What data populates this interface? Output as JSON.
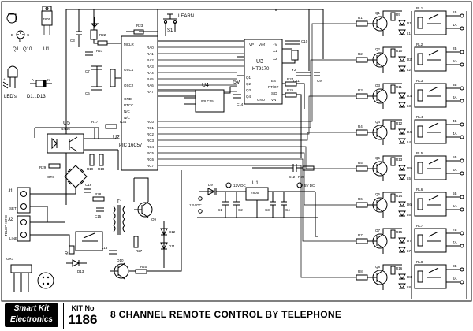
{
  "brand": {
    "line1": "Smart Kit",
    "line2": "Electronics"
  },
  "kit": {
    "label": "KIT No",
    "number": "1186"
  },
  "title": "8 CHANNEL REMOTE CONTROL BY TELEPHONE",
  "legend": {
    "transistor_caption": "Q1...Q10",
    "regulator_caption": "U1",
    "regulator_part": "7805",
    "led_caption": "LED's",
    "diode_caption": "D1...D13",
    "pins_ebc": [
      "E",
      "B",
      "C"
    ],
    "pins_ak": [
      "A",
      "K"
    ]
  },
  "components": {
    "u2": "U2",
    "u2_part": "PIC 16C57",
    "u3": "U3",
    "u3_part": "HT9170",
    "u4": "U4",
    "u4_part": "93LC05",
    "u5": "U5",
    "u5_part": "4N36",
    "u1": "U1",
    "u1_part": "7805",
    "s1": "S1",
    "learn": "LEARN",
    "gr1": "GR1",
    "t1": "T1",
    "rl9": "RL9",
    "j1": "J1",
    "j2": "J2",
    "set": "SET",
    "telephone": "TELEPHONE",
    "line": "LINE",
    "v5": "5V",
    "v5dc": "5V DC",
    "v12dc": "12V DC",
    "v12": "12V DC",
    "q9": "Q9",
    "q10": "Q10",
    "d9": "D9",
    "d11": "D11",
    "d12": "D12",
    "d13": "D13",
    "c15": "C15",
    "c13": "C13",
    "c14": "C14",
    "c12": "C12",
    "c16": "C16",
    "c10": "C10",
    "c11": "C11",
    "c9": "C9",
    "r17": "R17",
    "r18": "R18",
    "r19": "R19",
    "r20": "R20",
    "r21": "R21",
    "r22": "R22",
    "r23": "R23",
    "r24": "R24",
    "r25": "R25",
    "r26": "R26",
    "r27": "R27",
    "r28": "R28",
    "r29": "R29",
    "y2": "Y2",
    "c1": "C1",
    "c2": "C2",
    "c3": "C3",
    "c4": "C4"
  },
  "u2_pins_right": [
    "RA0",
    "RA1",
    "RA2",
    "RA3",
    "RA4",
    "RA5",
    "RA6",
    "RA7"
  ],
  "u2_pins_rc": [
    "RC0",
    "RC1",
    "RC2",
    "RC3",
    "RC4",
    "RC5",
    "RC6",
    "RC7"
  ],
  "u2_pins_left": [
    "MCLR",
    "OSC1",
    "OSC2",
    "GND",
    "RTCC",
    "N/C",
    "N/C"
  ],
  "u3_pins": [
    "VP",
    "Vref",
    "+V",
    "X1",
    "X2",
    "EST",
    "RT/GT",
    "Q1",
    "Q2",
    "Q3",
    "Q4",
    "StD",
    "VN",
    "GND"
  ],
  "channels": [
    {
      "r": "R1",
      "q": "Q1",
      "rl": "RL1",
      "top": "R9",
      "d": "D1",
      "l": "L1",
      "o1": "1B",
      "o2": "1A"
    },
    {
      "r": "R2",
      "q": "Q2",
      "rl": "RL2",
      "top": "R10",
      "d": "D2",
      "l": "L2",
      "o1": "2B",
      "o2": "2A"
    },
    {
      "r": "R3",
      "q": "Q3",
      "rl": "RL3",
      "top": "R11",
      "d": "D3",
      "l": "L3",
      "o1": "3B",
      "o2": "3A"
    },
    {
      "r": "R4",
      "q": "Q4",
      "rl": "RL4",
      "top": "R12",
      "d": "D4",
      "l": "L4",
      "o1": "4B",
      "o2": "4A"
    },
    {
      "r": "R5",
      "q": "Q5",
      "rl": "RL5",
      "top": "R13",
      "d": "D5",
      "l": "L5",
      "o1": "5B",
      "o2": "5A"
    },
    {
      "r": "R6",
      "q": "Q6",
      "rl": "RL6",
      "top": "R14",
      "d": "D6",
      "l": "L6",
      "o1": "6B",
      "o2": "6A"
    },
    {
      "r": "R7",
      "q": "Q7",
      "rl": "RL7",
      "top": "R15",
      "d": "D7",
      "l": "L7",
      "o1": "7B",
      "o2": "7A"
    },
    {
      "r": "R8",
      "q": "Q8",
      "rl": "RL8",
      "top": "R16",
      "d": "D8",
      "l": "L8",
      "o1": "8B",
      "o2": "8A"
    }
  ]
}
